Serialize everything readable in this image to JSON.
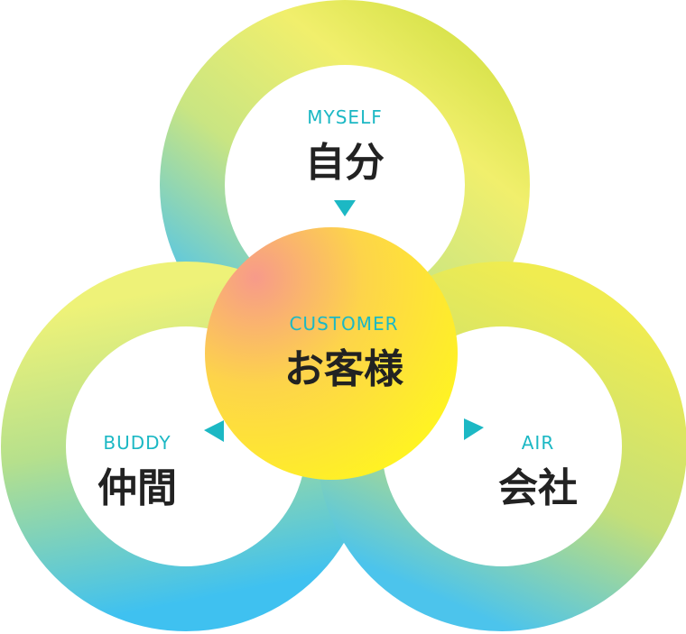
{
  "nodes": {
    "myself": {
      "en": "MYSELF",
      "jp": "自分"
    },
    "customer": {
      "en": "CUSTOMER",
      "jp": "お客様"
    },
    "buddy": {
      "en": "BUDDY",
      "jp": "仲間"
    },
    "air": {
      "en": "AIR",
      "jp": "会社"
    }
  },
  "colors": {
    "accent": "#1cb8c4",
    "text": "#222222",
    "ring_yellow": "#f2f06a",
    "ring_green": "#c9e07a",
    "ring_blue": "#4cc3ee",
    "center_pink": "#f7a58c",
    "center_yellow": "#ffe600"
  }
}
